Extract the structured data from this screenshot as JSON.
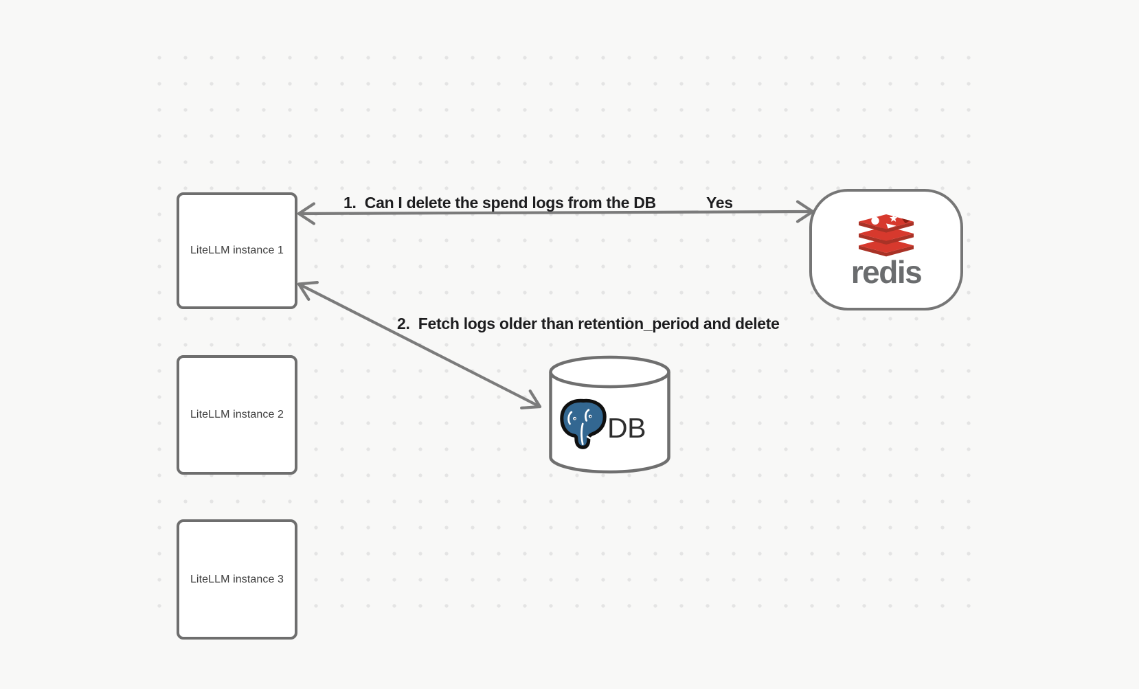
{
  "canvas": {
    "background": "#f8f8f7",
    "dot_color": "#e4e4e4",
    "stroke_color": "#7b7b7b",
    "node_border_color": "#6e6e6e"
  },
  "instances": [
    {
      "label": "LiteLLM instance 1"
    },
    {
      "label": "LiteLLM instance 2"
    },
    {
      "label": "LiteLLM instance 3"
    }
  ],
  "redis": {
    "wordmark": "redis",
    "logo_icon": "redis-stack-icon",
    "red": "#d7392d",
    "red_dark": "#a93226",
    "wordmark_color": "#6a6c6e"
  },
  "db": {
    "label": "DB",
    "logo_icon": "postgresql-elephant-icon",
    "blue": "#336791"
  },
  "edges": {
    "edge1": {
      "label": "1.  Can I delete the spend logs from the DB",
      "response": "Yes",
      "from": "redis",
      "to": "LiteLLM instance 1"
    },
    "edge2": {
      "label": "2.  Fetch logs older than retention_period and delete",
      "from": "LiteLLM instance 1",
      "to": "DB"
    }
  }
}
